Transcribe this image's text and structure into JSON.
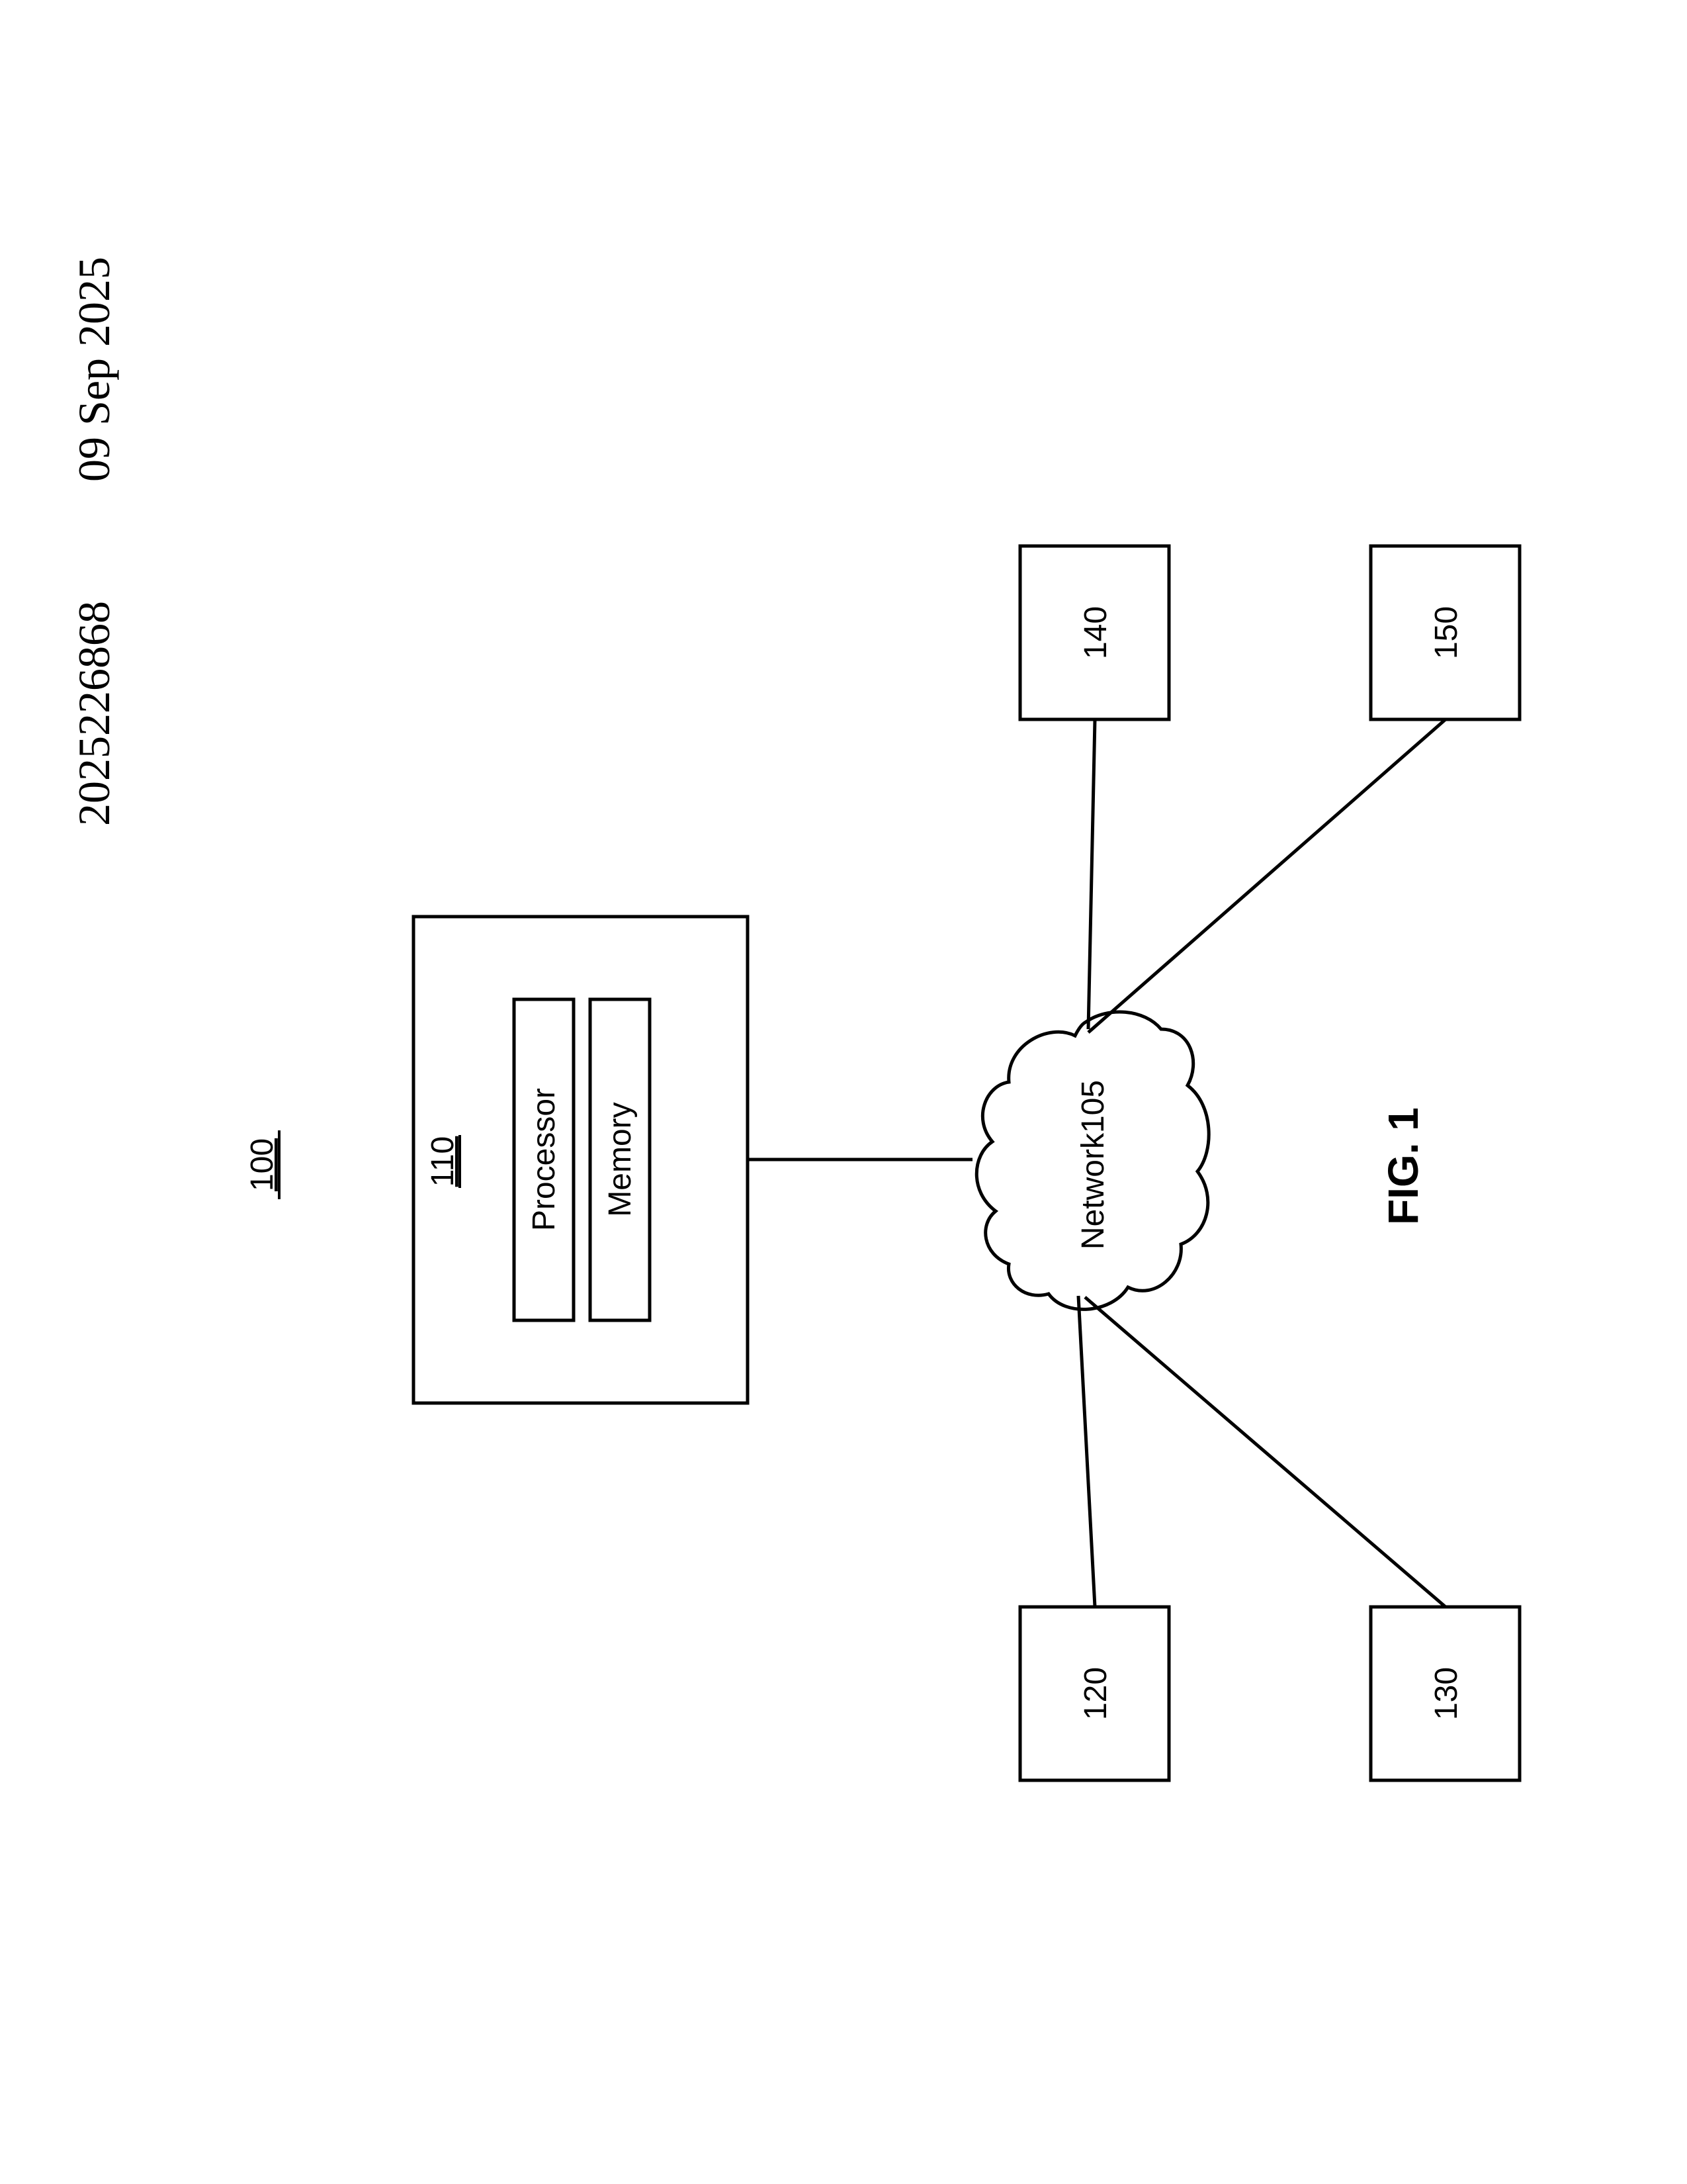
{
  "header": {
    "publication_number": "2025226868",
    "date": "09 Sep 2025"
  },
  "diagram": {
    "system_ref": "100",
    "server": {
      "ref": "110",
      "components": [
        "Processor",
        "Memory"
      ]
    },
    "network_label": "Network105",
    "devices": [
      "120",
      "130",
      "140",
      "150"
    ],
    "caption": "FIG. 1"
  }
}
